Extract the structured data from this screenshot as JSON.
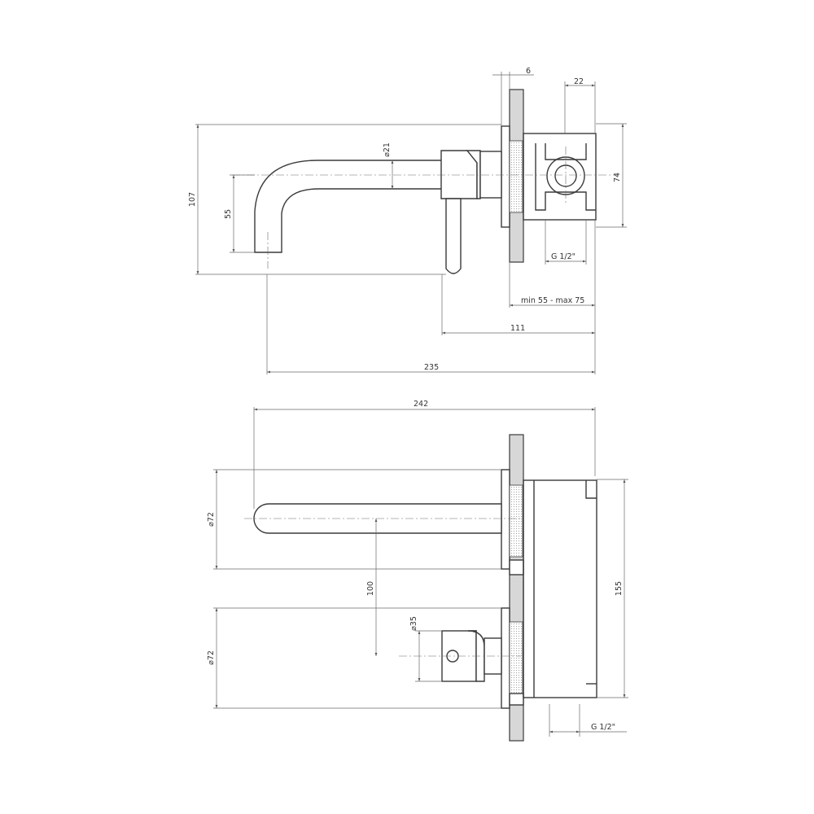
{
  "side_view": {
    "dim_wall_thickness": "6",
    "dim_body_width": "22",
    "dim_body_height": "74",
    "dim_total_height": "107",
    "dim_spout_drop": "55",
    "dim_spout_diameter": "⌀21",
    "dim_thread": "G 1/2\"",
    "dim_embed_range": "min 55 - max 75",
    "dim_lever_projection": "111",
    "dim_spout_projection": "235"
  },
  "front_view": {
    "dim_total_width": "242",
    "dim_spout_plate": "⌀72",
    "dim_axis_distance": "100",
    "dim_handle_diameter": "⌀35",
    "dim_handle_plate": "⌀72",
    "dim_body_height": "155",
    "dim_thread": "G 1/2\""
  }
}
